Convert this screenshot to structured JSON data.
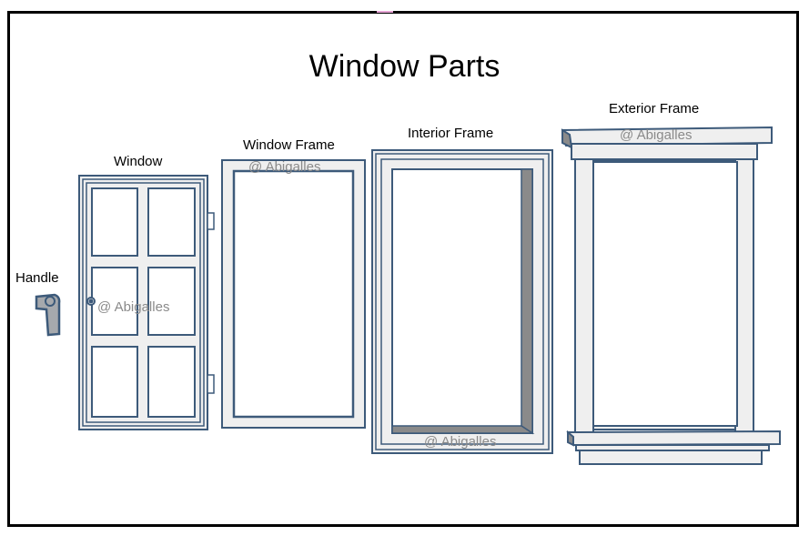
{
  "title": "Window Parts",
  "colors": {
    "stroke": "#3d5a7a",
    "fill_light": "#efefef",
    "fill_shadow": "#8a8a8a",
    "handle_fill": "#a6a9ad",
    "border": "#000000",
    "watermark": "#8a8a8a"
  },
  "parts": [
    {
      "id": "handle",
      "label": "Handle"
    },
    {
      "id": "window",
      "label": "Window"
    },
    {
      "id": "window-frame",
      "label": "Window Frame"
    },
    {
      "id": "interior-frame",
      "label": "Interior Frame"
    },
    {
      "id": "exterior-frame",
      "label": "Exterior Frame"
    }
  ],
  "watermark": "@ Abigalles"
}
